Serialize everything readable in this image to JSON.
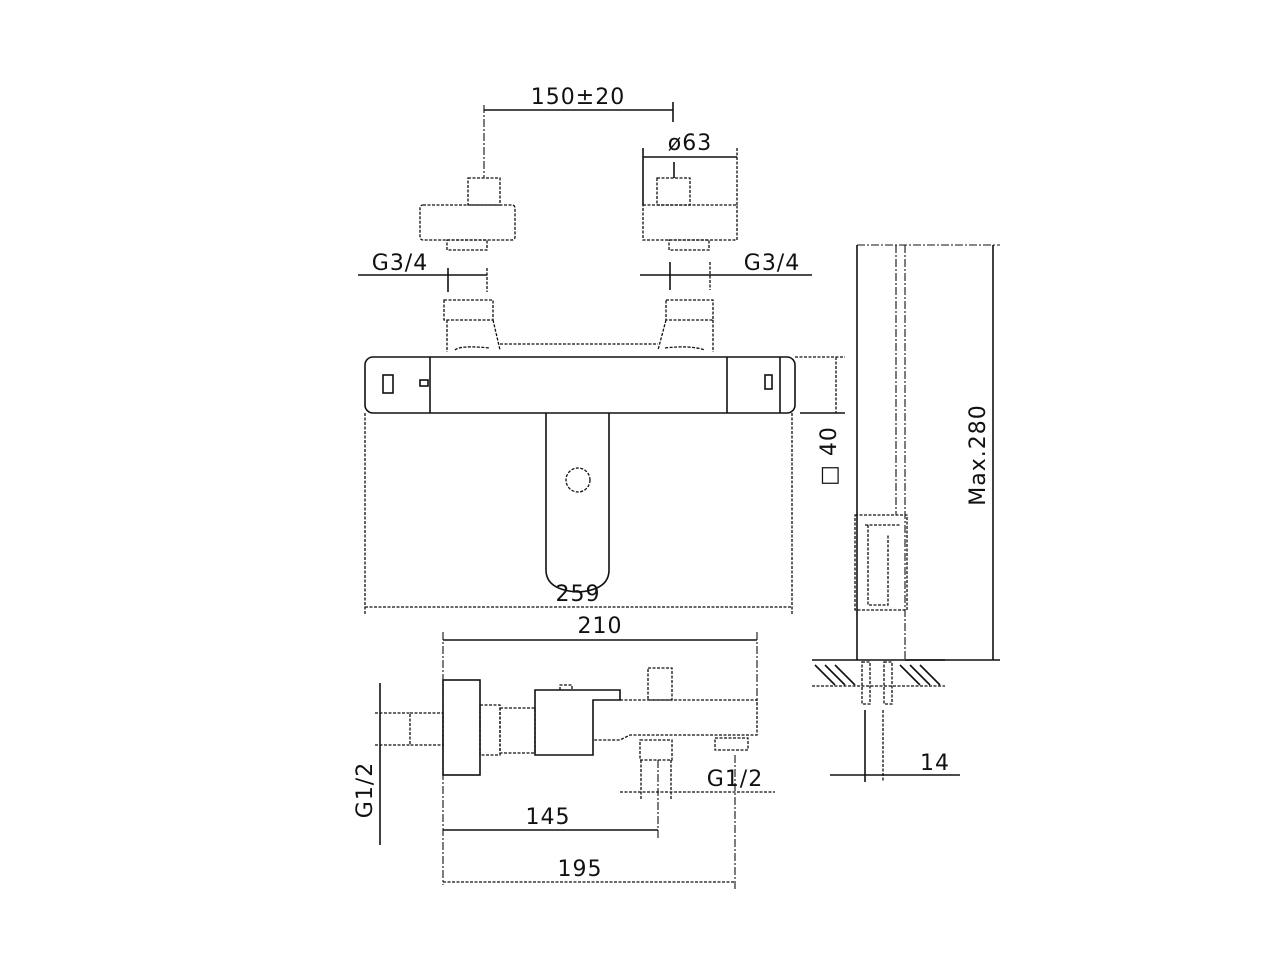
{
  "drawing": {
    "front_view": {
      "dim_spacing": "150±20",
      "dim_diameter": "ø63",
      "dim_inlet_left": "G3/4",
      "dim_inlet_right": "G3/4",
      "dim_width": "259",
      "dim_height": "□ 40"
    },
    "side_view": {
      "dim_depth": "210",
      "dim_wall": "G1/2",
      "dim_outlet": "G1/2",
      "dim_outlet_pos": "145",
      "dim_spout": "195"
    },
    "shower_view": {
      "dim_max_height": "Max.280",
      "dim_offset": "14"
    }
  }
}
